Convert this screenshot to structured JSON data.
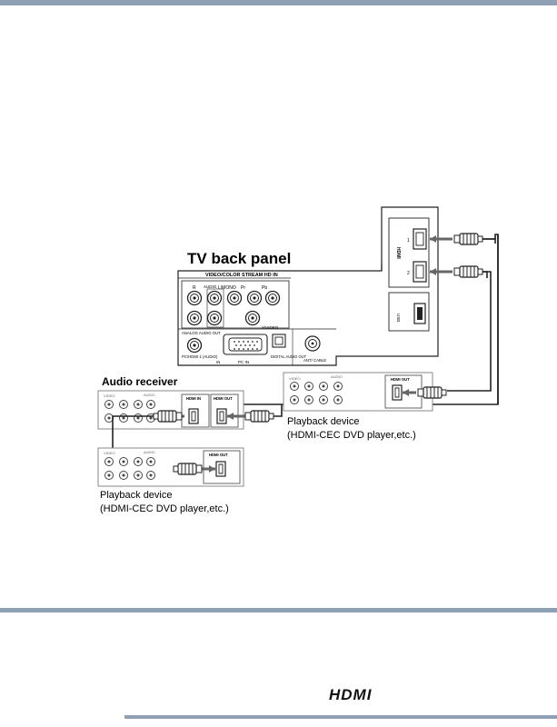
{
  "page": {
    "footer_logo_text": "HDMI"
  },
  "diagram": {
    "tv_title": "TV back panel",
    "tv_header": "VIDEO/COLOR STREAM HD IN",
    "tv_labels": {
      "r": "R",
      "audio": "AUDIO",
      "l_mono": "L/MONO",
      "pr": "Pr",
      "pb": "Pb",
      "y_video": "Y/VIDEO",
      "analog_audio_out": "ANALOG AUDIO OUT",
      "pc_hdmi_audio": "PC/HDMI 1 (AUDIO)",
      "in": "IN",
      "pc_in": "PC IN",
      "digital_audio_out": "DIGITAL AUDIO OUT",
      "ant_cable": "ANT/ CABLE",
      "hdmi_vertical": "HDMI",
      "port1": "1",
      "port2": "2",
      "usb": "USB"
    },
    "audio_receiver": "Audio receiver",
    "receiver_hdmi_in": "HDMI IN",
    "receiver_hdmi_out": "HDMI OUT",
    "playback_device_1": "Playback device",
    "playback_device_1_sub": "(HDMI-CEC DVD player,etc.)",
    "playback_device_2": "Playback device",
    "playback_device_2_sub": "(HDMI-CEC DVD player,etc.)",
    "device_hdmi_out": "HDMI OUT",
    "device_video": "VIDEO",
    "device_audio": "AUDIO"
  }
}
